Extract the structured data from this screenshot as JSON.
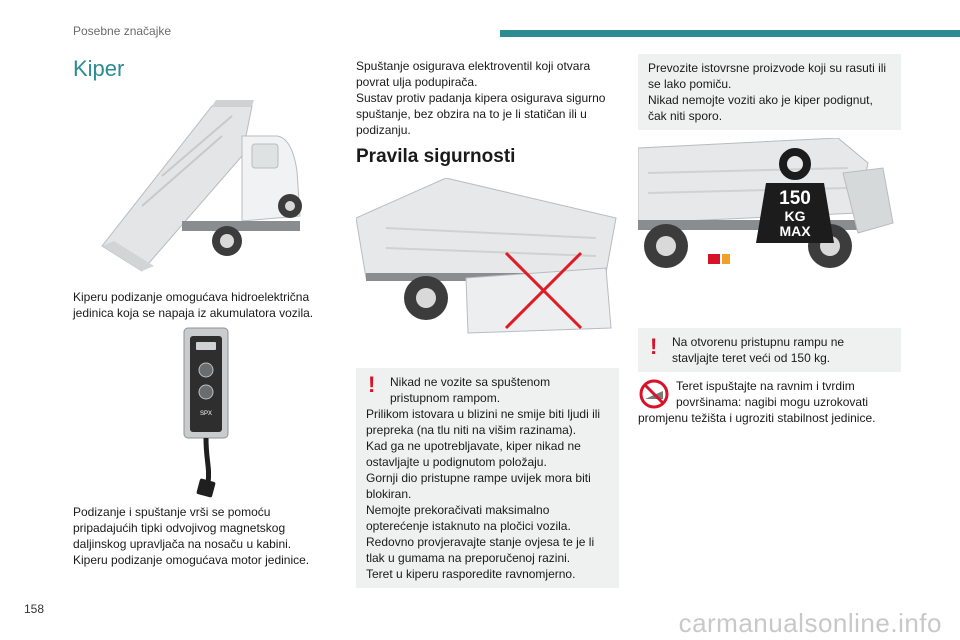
{
  "header": {
    "section": "Posebne značajke"
  },
  "page_number": "158",
  "watermark": "carmanualsonline.info",
  "title": "Kiper",
  "col1": {
    "para1": [
      "Kiperu podizanje omogućava hidroelektrična",
      "jedinica koja se napaja iz akumulatora vozila."
    ],
    "para2": [
      "Podizanje i spuštanje vrši se pomoću",
      "pripadajućih tipki odvojivog magnetskog",
      "daljinskog upravljača na nosaču u kabini.",
      "Kiperu podizanje omogućava motor jedinice."
    ],
    "remote_label": "SPX"
  },
  "col2": {
    "intro": [
      "Spuštanje osigurava elektroventil koji otvara",
      "povrat ulja podupirača.",
      "Sustav protiv padanja kipera osigurava sigurno",
      "spuštanje, bez obzira na to je li statičan ili u",
      "podizanju."
    ],
    "section_title": "Pravila sigurnosti",
    "warning_first": [
      "Nikad ne vozite sa spuštenom",
      "pristupnom rampom."
    ],
    "warning_rest": [
      "Prilikom istovara u blizini ne smije biti ljudi ili",
      "prepreka (na tlu niti na višim razinama).",
      "Kad ga ne upotrebljavate, kiper nikad ne",
      "ostavljajte u podignutom položaju.",
      "Gornji dio pristupne rampe uvijek mora biti",
      "blokiran.",
      "Nemojte prekoračivati maksimalno",
      "opterećenje istaknuto na pločici vozila.",
      "Redovno provjeravajte stanje ovjesa te je li",
      "tlak u gumama na preporučenoj razini.",
      "Teret u kiperu rasporedite ravnomjerno."
    ],
    "warning_icon": "exclamation-icon"
  },
  "col3": {
    "info": [
      "Prevozite istovrsne proizvode koji su rasuti ili",
      "se lako pomiču.",
      "Nikad nemojte voziti ako je kiper podignut,",
      "čak niti sporo."
    ],
    "weight_label": {
      "line1": "150",
      "line2": "KG",
      "line3": "MAX"
    },
    "warning": [
      "Na otvorenu pristupnu rampu ne",
      "stavljajte teret veći od 150 kg."
    ],
    "note_first": [
      "Teret ispuštajte na ravnim i tvrdim",
      "površinama: nagibi mogu uzrokovati"
    ],
    "note_rest": "promjenu težišta i ugroziti stabilnost jedinice.",
    "note_icon": "no-slope-icon"
  },
  "colors": {
    "accent": "#2b8c93",
    "warning": "#d7132a",
    "box_bg": "#eff0f0"
  }
}
